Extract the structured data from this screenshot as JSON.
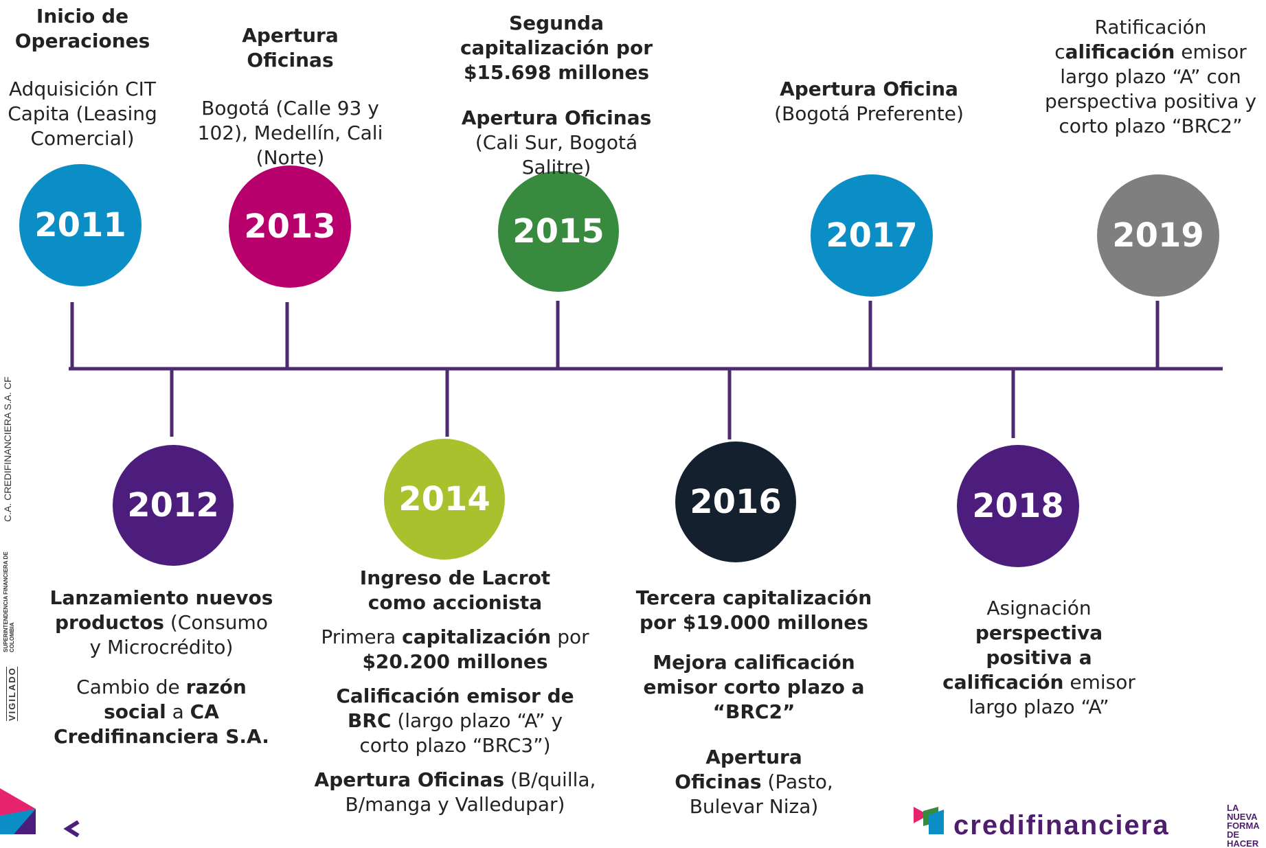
{
  "years": {
    "y2011": "2011",
    "y2012": "2012",
    "y2013": "2013",
    "y2014": "2014",
    "y2015": "2015",
    "y2016": "2016",
    "y2017": "2017",
    "y2018": "2018",
    "y2019": "2019"
  },
  "colors": {
    "y2011": "#0b8ec6",
    "y2012": "#4c1d7c",
    "y2013": "#b8006c",
    "y2014": "#a8c12c",
    "y2015": "#378a3e",
    "y2016": "#15202e",
    "y2017": "#0b8ec6",
    "y2018": "#4c1d7c",
    "y2019": "#7f7f7f",
    "timeline": "#4e2a70"
  },
  "text": {
    "t2011": {
      "title": "Inicio de Operaciones",
      "body": "Adquisición CIT Capita (Leasing Comercial)"
    },
    "t2013": {
      "title": "Apertura Oficinas",
      "body": "Bogotá (Calle 93 y 102), Medellín, Cali (Norte)"
    },
    "t2015": {
      "title": "Segunda capitalización por $15.698 millones",
      "b2_bold": "Apertura Oficinas",
      "b2_rest": " (Cali Sur, Bogotá Salitre)"
    },
    "t2017": {
      "title": "Apertura Oficina",
      "body": "(Bogotá Preferente)"
    },
    "t2019": {
      "p1": "Ratificación c",
      "p2": "alificación",
      "p3": " emisor largo plazo “A” con perspectiva positiva y corto plazo “BRC2”"
    },
    "t2012": {
      "b1_bold": "Lanzamiento nuevos productos",
      "b1_rest": " (Consumo y Microcrédito)",
      "b2_a": "Cambio de ",
      "b2_b": "razón social",
      "b2_c": " a ",
      "b2_d": "CA Credifinanciera S.A."
    },
    "t2014": {
      "title": "Ingreso de Lacrot como accionista",
      "b2_a": "Primera ",
      "b2_b": "capitalización",
      "b2_c": " por ",
      "b2_d": "$20.200 millones",
      "b3_bold": "Calificación emisor de BRC",
      "b3_rest": " (largo plazo “A” y corto plazo “BRC3”)",
      "b4_bold": "Apertura Oficinas",
      "b4_rest": " (B/quilla, B/manga y Valledupar)"
    },
    "t2016": {
      "b1": "Tercera capitalización por $19.000 millones",
      "b2": "Mejora calificación emisor corto plazo a “BRC2”",
      "b3_bold": "Apertura Oficinas",
      "b3_rest": "(Pasto, Bulevar Niza)"
    },
    "t2018": {
      "p1": "Asignación ",
      "p2": "perspectiva positiva a calificación",
      "p3": " emisor largo plazo “A”"
    }
  },
  "sidebar": {
    "company": "C.A. CREDIFINANCIERA S.A. CF",
    "superintendencia": "SUPERINTENDENCIA FINANCIERA DE COLOMBIA",
    "vigilado": "VIGILADO"
  },
  "footer": {
    "brand": "credifinanciera",
    "tagline": "LA NUEVA FORMA DE HACER"
  }
}
